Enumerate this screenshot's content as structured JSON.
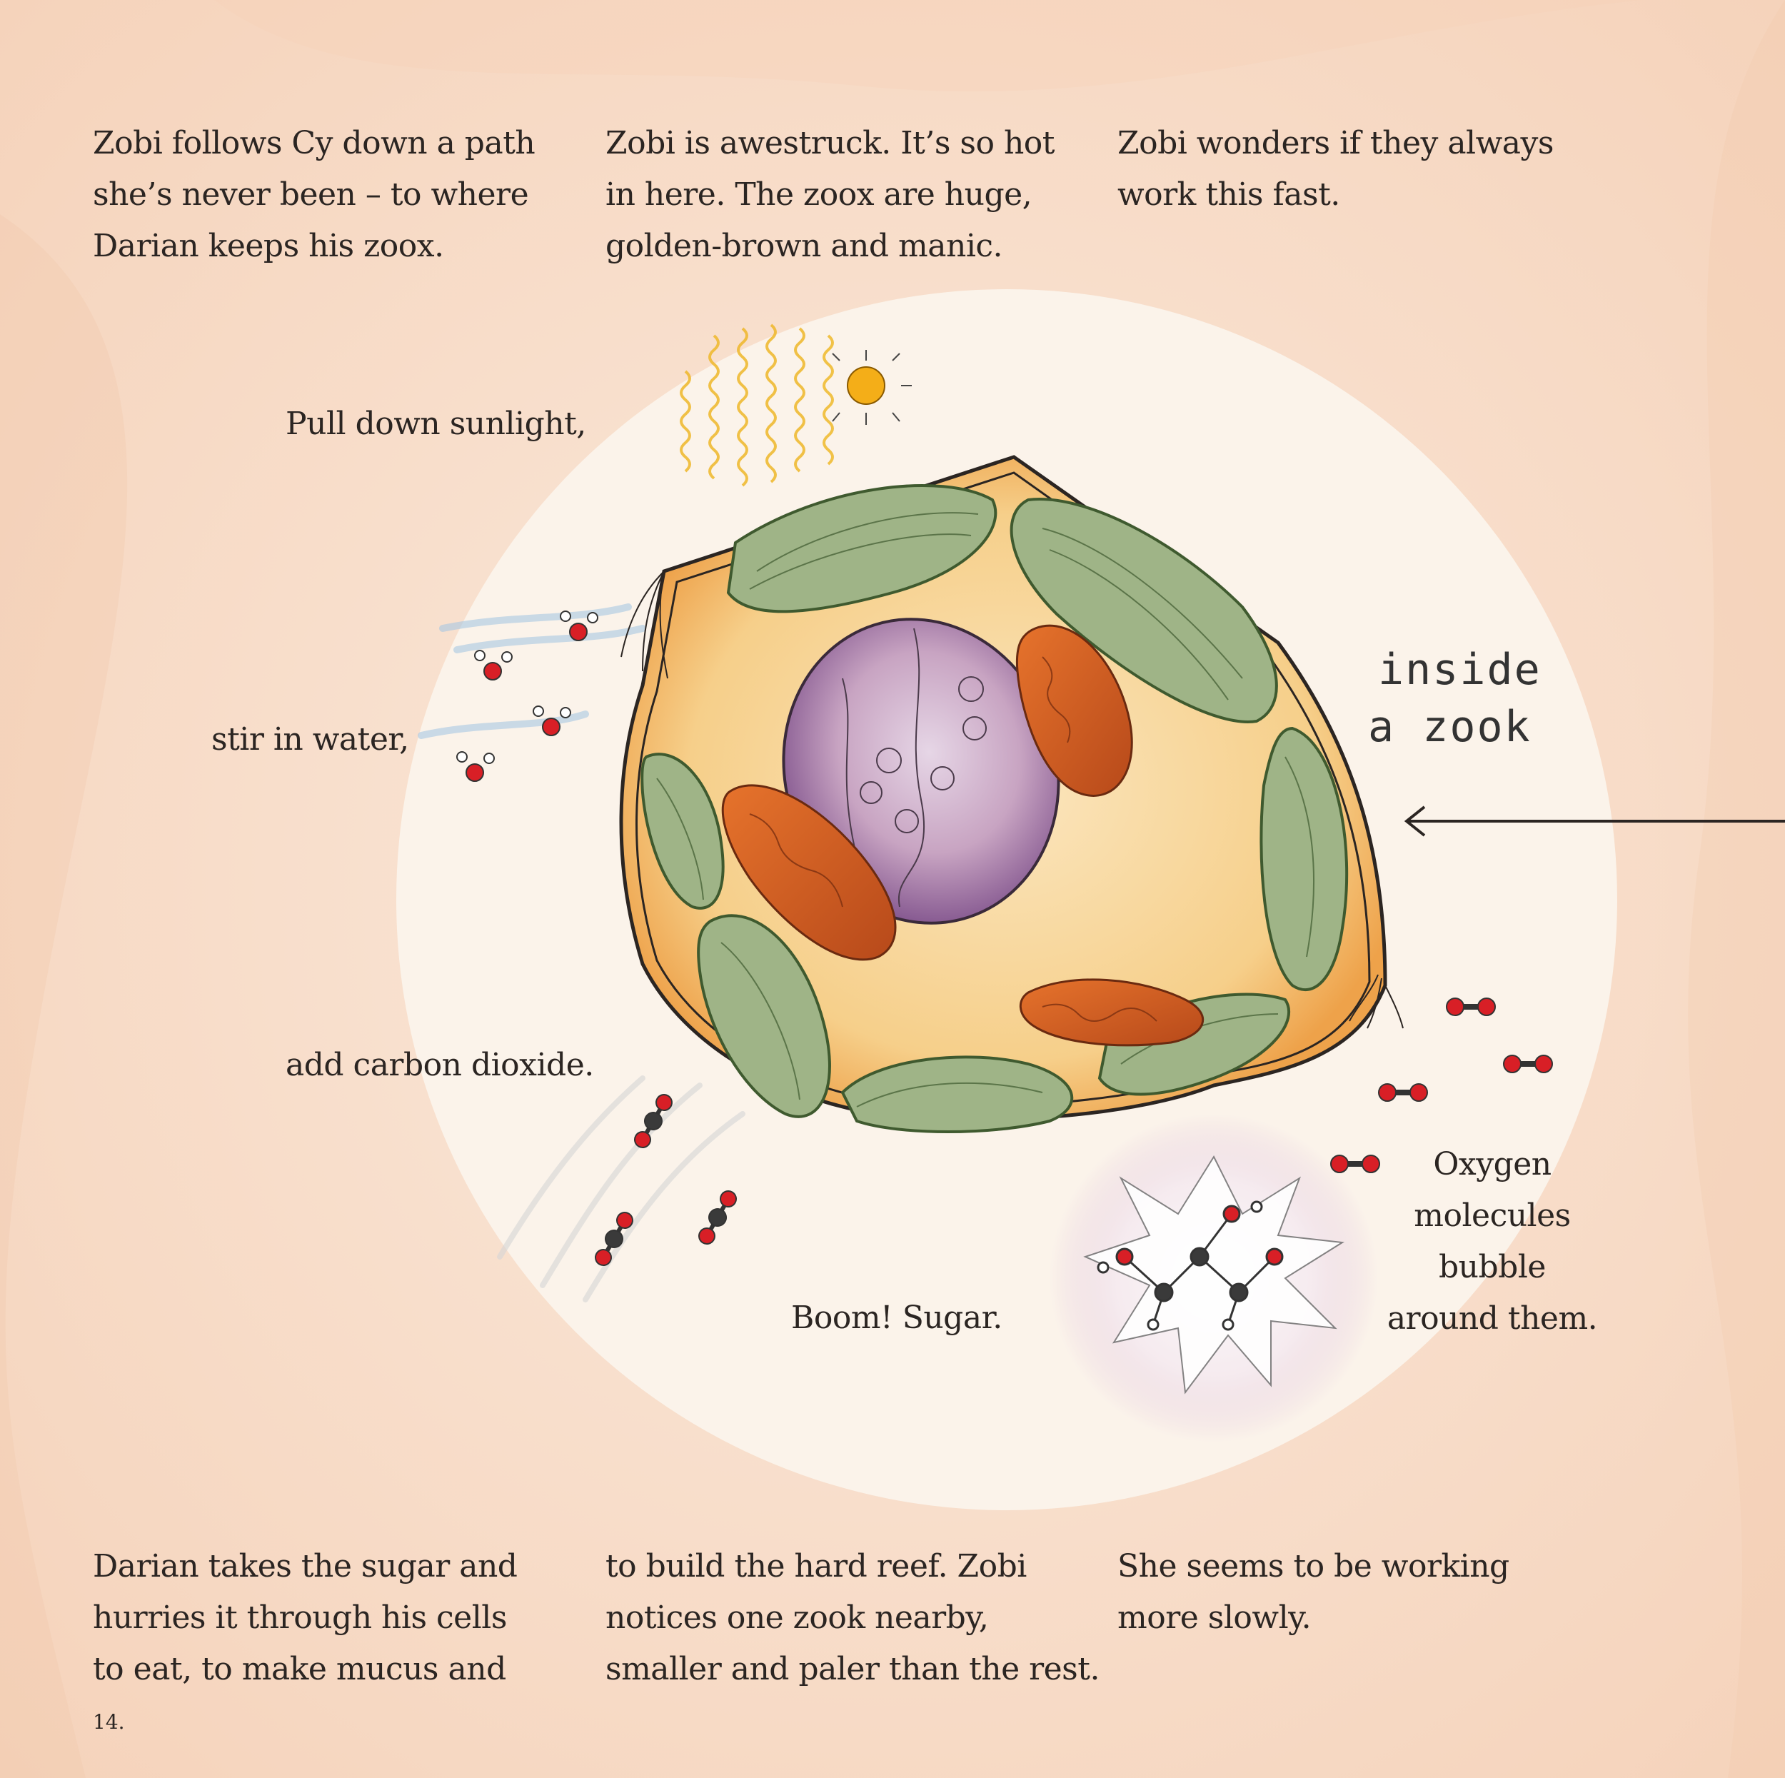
{
  "page_number": "14.",
  "top_text": [
    [
      "Zobi follows Cy down a path",
      "she’s never been – to where",
      "Darian keeps his zoox."
    ],
    [
      "Zobi is awestruck. It’s so hot",
      "in here. The zoox are huge,",
      "golden-brown and manic."
    ],
    [
      "Zobi wonders if they always",
      "work this fast."
    ]
  ],
  "steps": {
    "sunlight": "Pull down sunlight,",
    "water": "stir in water,",
    "co2": "add carbon dioxide.",
    "sugar": "Boom! Sugar."
  },
  "label": [
    "inside",
    "a zook"
  ],
  "oxygen": [
    "Oxygen",
    "molecules",
    "bubble",
    "around them."
  ],
  "bottom_text": [
    [
      "Darian takes the sugar and",
      "hurries it through his cells",
      "to eat, to make mucus and"
    ],
    [
      "to build the hard reef. Zobi",
      "notices one zook nearby,",
      "smaller and paler than the rest."
    ],
    [
      "She seems to be working",
      "more slowly."
    ]
  ],
  "colors": {
    "page": "#f8dfca",
    "circle": "#fbf3ea",
    "cytoplasm": "#f6cf8a",
    "chloroplast": "#9fb487",
    "nucleus": "#b48aac",
    "mitochondria": "#d2601f",
    "oxygen_atom": "#d81f26",
    "carbon_atom": "#3a3a3a"
  }
}
